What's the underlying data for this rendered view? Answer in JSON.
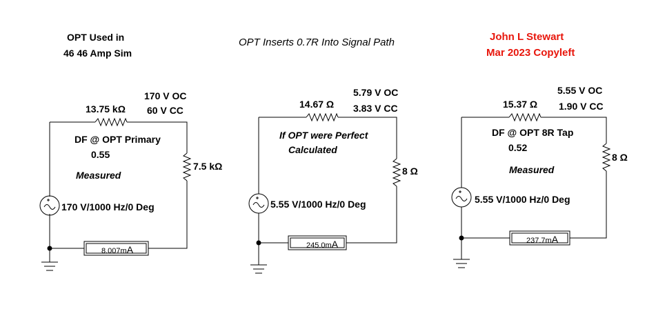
{
  "header": {
    "left_line1": "OPT Used in",
    "left_line2": "46 46 Amp Sim",
    "center_title": "OPT Inserts 0.7R Into Signal Path",
    "author": "John L Stewart",
    "date": "Mar 2023 Copyleft"
  },
  "colors": {
    "author": "#e8160c",
    "wire": "#000000"
  },
  "circuits": [
    {
      "series_resistor": "13.75 kΩ",
      "load_resistor": "7.5 kΩ",
      "voltage_oc": "170 V OC",
      "voltage_cc": "60 V CC",
      "df_label": "DF @ OPT Primary",
      "df_value": "0.55",
      "note": "Measured",
      "source": "170 V/1000 Hz/0 Deg",
      "meter": "8.007m",
      "meter_unit": "A"
    },
    {
      "series_resistor": "14.67 Ω",
      "load_resistor": "8 Ω",
      "voltage_oc": "5.79 V OC",
      "voltage_cc": "3.83 V CC",
      "note_line1": "If OPT were Perfect",
      "note_line2": "Calculated",
      "source": "5.55 V/1000 Hz/0 Deg",
      "meter": "245.0m",
      "meter_unit": "A"
    },
    {
      "series_resistor": "15.37 Ω",
      "load_resistor": "8 Ω",
      "voltage_oc": "5.55 V OC",
      "voltage_cc": "1.90 V CC",
      "df_label": "DF @ OPT 8R Tap",
      "df_value": "0.52",
      "note": "Measured",
      "source": "5.55 V/1000 Hz/0 Deg",
      "meter": "237.7m",
      "meter_unit": "A"
    }
  ]
}
